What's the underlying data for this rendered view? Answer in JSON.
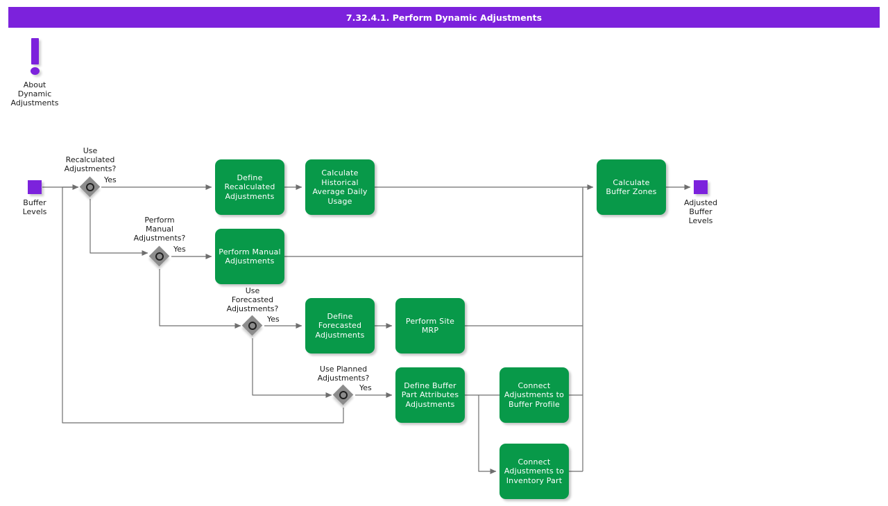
{
  "header": {
    "title": "7.32.4.1. Perform Dynamic Adjustments",
    "background_color": "#7C22DC",
    "text_color": "#FFFFFF"
  },
  "theme": {
    "task_fill": "#089949",
    "task_text": "#FFFFFF",
    "terminator_fill": "#7C22DC",
    "gateway_fill": "#8C8C8C",
    "connector_color": "#6E6E6E",
    "canvas_background": "#FFFFFF"
  },
  "annotation": {
    "icon": "exclamation-mark-icon",
    "label": "About\nDynamic\nAdjustments"
  },
  "terminators": [
    {
      "id": "buffer-levels",
      "label": "Buffer\nLevels",
      "kind": "start-data-object"
    },
    {
      "id": "adjusted-buffer-levels",
      "label": "Adjusted\nBuffer\nLevels",
      "kind": "end-data-object"
    }
  ],
  "gateways": [
    {
      "id": "use-recalculated",
      "label": "Use\nRecalculated\nAdjustments?",
      "branch_label": "Yes"
    },
    {
      "id": "perform-manual",
      "label": "Perform\nManual\nAdjustments?",
      "branch_label": "Yes"
    },
    {
      "id": "use-forecasted",
      "label": "Use\nForecasted\nAdjustments?",
      "branch_label": "Yes"
    },
    {
      "id": "use-planned",
      "label": "Use Planned\nAdjustments?",
      "branch_label": "Yes"
    }
  ],
  "tasks": [
    {
      "id": "define-recalculated",
      "label": "Define\nRecalculated\nAdjustments"
    },
    {
      "id": "calculate-historical",
      "label": "Calculate\nHistorical\nAverage Daily\nUsage"
    },
    {
      "id": "perform-manual-adjustments",
      "label": "Perform Manual\nAdjustments"
    },
    {
      "id": "define-forecasted",
      "label": "Define\nForecasted\nAdjustments"
    },
    {
      "id": "perform-site-mrp",
      "label": "Perform Site\nMRP"
    },
    {
      "id": "define-buffer-part-attributes",
      "label": "Define Buffer\nPart Attributes\nAdjustments"
    },
    {
      "id": "connect-buffer-profile",
      "label": "Connect\nAdjustments to\nBuffer Profile"
    },
    {
      "id": "connect-inventory-part",
      "label": "Connect\nAdjustments to\nInventory Part"
    },
    {
      "id": "calculate-buffer-zones",
      "label": "Calculate Buffer\nZones"
    }
  ]
}
